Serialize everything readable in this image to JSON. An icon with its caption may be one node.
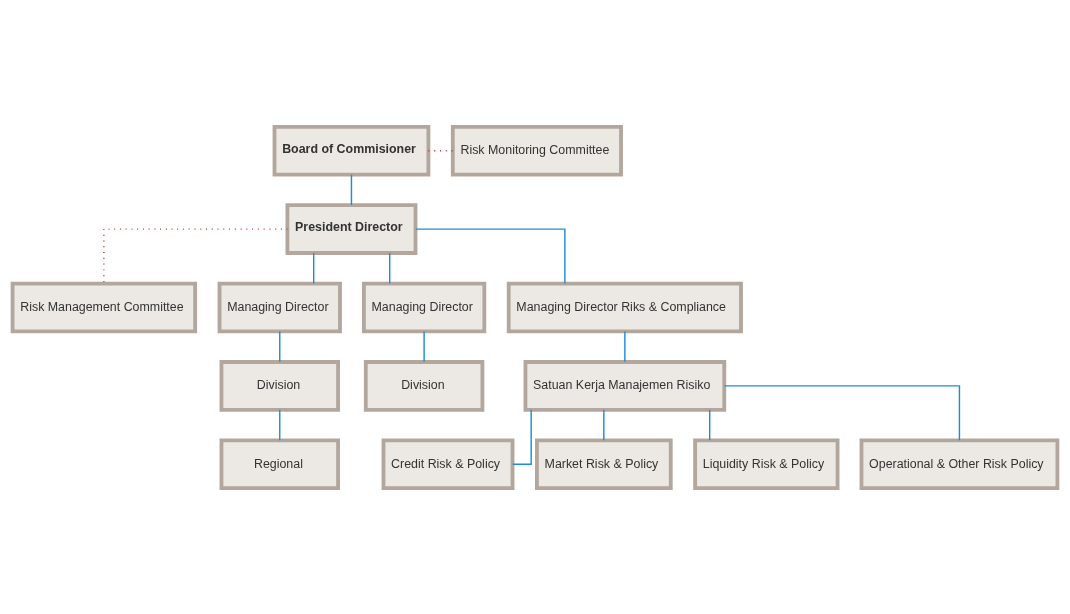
{
  "diagram": {
    "nodes": [
      {
        "text": [
          "Board of Commisioner"
        ]
      },
      {
        "text": [
          "Risk Monitoring Committee"
        ]
      },
      {
        "text": [
          "President Director"
        ]
      },
      {
        "text": [
          "Risk Management Committee"
        ]
      },
      {
        "text": [
          "Managing Director"
        ]
      },
      {
        "text": [
          "Managing Director"
        ]
      },
      {
        "text": [
          "Managing Director Riks & Compliance"
        ]
      },
      {
        "text": [
          "Division"
        ]
      },
      {
        "text": [
          "Division"
        ]
      },
      {
        "text": [
          "Satuan Kerja Manajemen Risiko"
        ]
      },
      {
        "text": [
          "Regional"
        ]
      },
      {
        "text": [
          "Credit Risk & Policy"
        ]
      },
      {
        "text": [
          "Market Risk & Policy"
        ]
      },
      {
        "text": [
          "Liquidity Risk & Policy"
        ]
      },
      {
        "text": [
          "Operational & Other Risk Policy"
        ]
      }
    ],
    "edges": [
      {
        "from": 0,
        "to": 1,
        "arrow": "none",
        "style": "dashed",
        "color": "#c0272d"
      },
      {
        "from": 0,
        "to": 2,
        "arrow": "none"
      },
      {
        "from": 2,
        "to": 3,
        "arrow": "none",
        "style": "dashed",
        "color": "#c0272d"
      },
      {
        "from": 2,
        "to": 4,
        "arrow": "none"
      },
      {
        "from": 2,
        "to": 5,
        "arrow": "none"
      },
      {
        "from": 2,
        "to": 6,
        "arrow": "none"
      },
      {
        "from": 4,
        "to": 7,
        "arrow": "none"
      },
      {
        "from": 5,
        "to": 8,
        "arrow": "none"
      },
      {
        "from": 6,
        "to": 9,
        "arrow": "none"
      },
      {
        "from": 7,
        "to": 10,
        "arrow": "none"
      },
      {
        "from": 9,
        "to": 11,
        "arrow": "none"
      },
      {
        "from": 9,
        "to": 12,
        "arrow": "none"
      },
      {
        "from": 9,
        "to": 13,
        "arrow": "none"
      },
      {
        "from": 9,
        "to": 14,
        "arrow": "none"
      }
    ]
  }
}
